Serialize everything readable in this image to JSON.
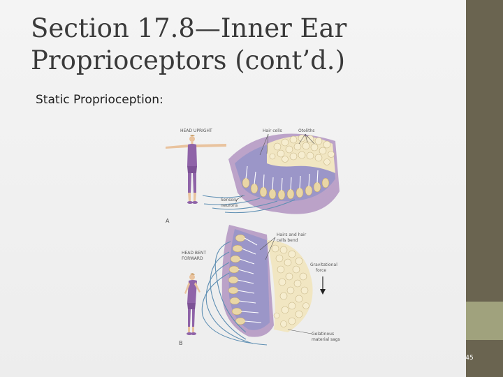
{
  "slide": {
    "title_line1": "Section 17.8—Inner Ear",
    "title_line2": "Proprioceptors (cont’d.)",
    "subtitle": "Static Proprioception:",
    "page_number": "45"
  },
  "figure": {
    "panel_a": {
      "letter": "A",
      "caption": "HEAD UPRIGHT",
      "label_hair_cells": "Hair cells",
      "label_otoliths": "Otoliths",
      "label_sensory_line1": "Sensory",
      "label_sensory_line2": "neurons"
    },
    "panel_b": {
      "letter": "B",
      "caption_line1": "HEAD BENT",
      "caption_line2": "FORWARD",
      "label_hairs_line1": "Hairs and hair",
      "label_hairs_line2": "cells bend",
      "label_gravity_line1": "Gravitational",
      "label_gravity_line2": "force",
      "label_membrane_line1": "Gelatinous",
      "label_membrane_line2": "material sags"
    }
  },
  "colors": {
    "sidebar_dark": "#6a6450",
    "sidebar_light": "#a0a27d",
    "figure_purple": "#8f63a8",
    "gel_lavender": "#9b96c8",
    "otolith_cream": "#f1e6c2",
    "nerve_blue": "#5f8fb3"
  }
}
